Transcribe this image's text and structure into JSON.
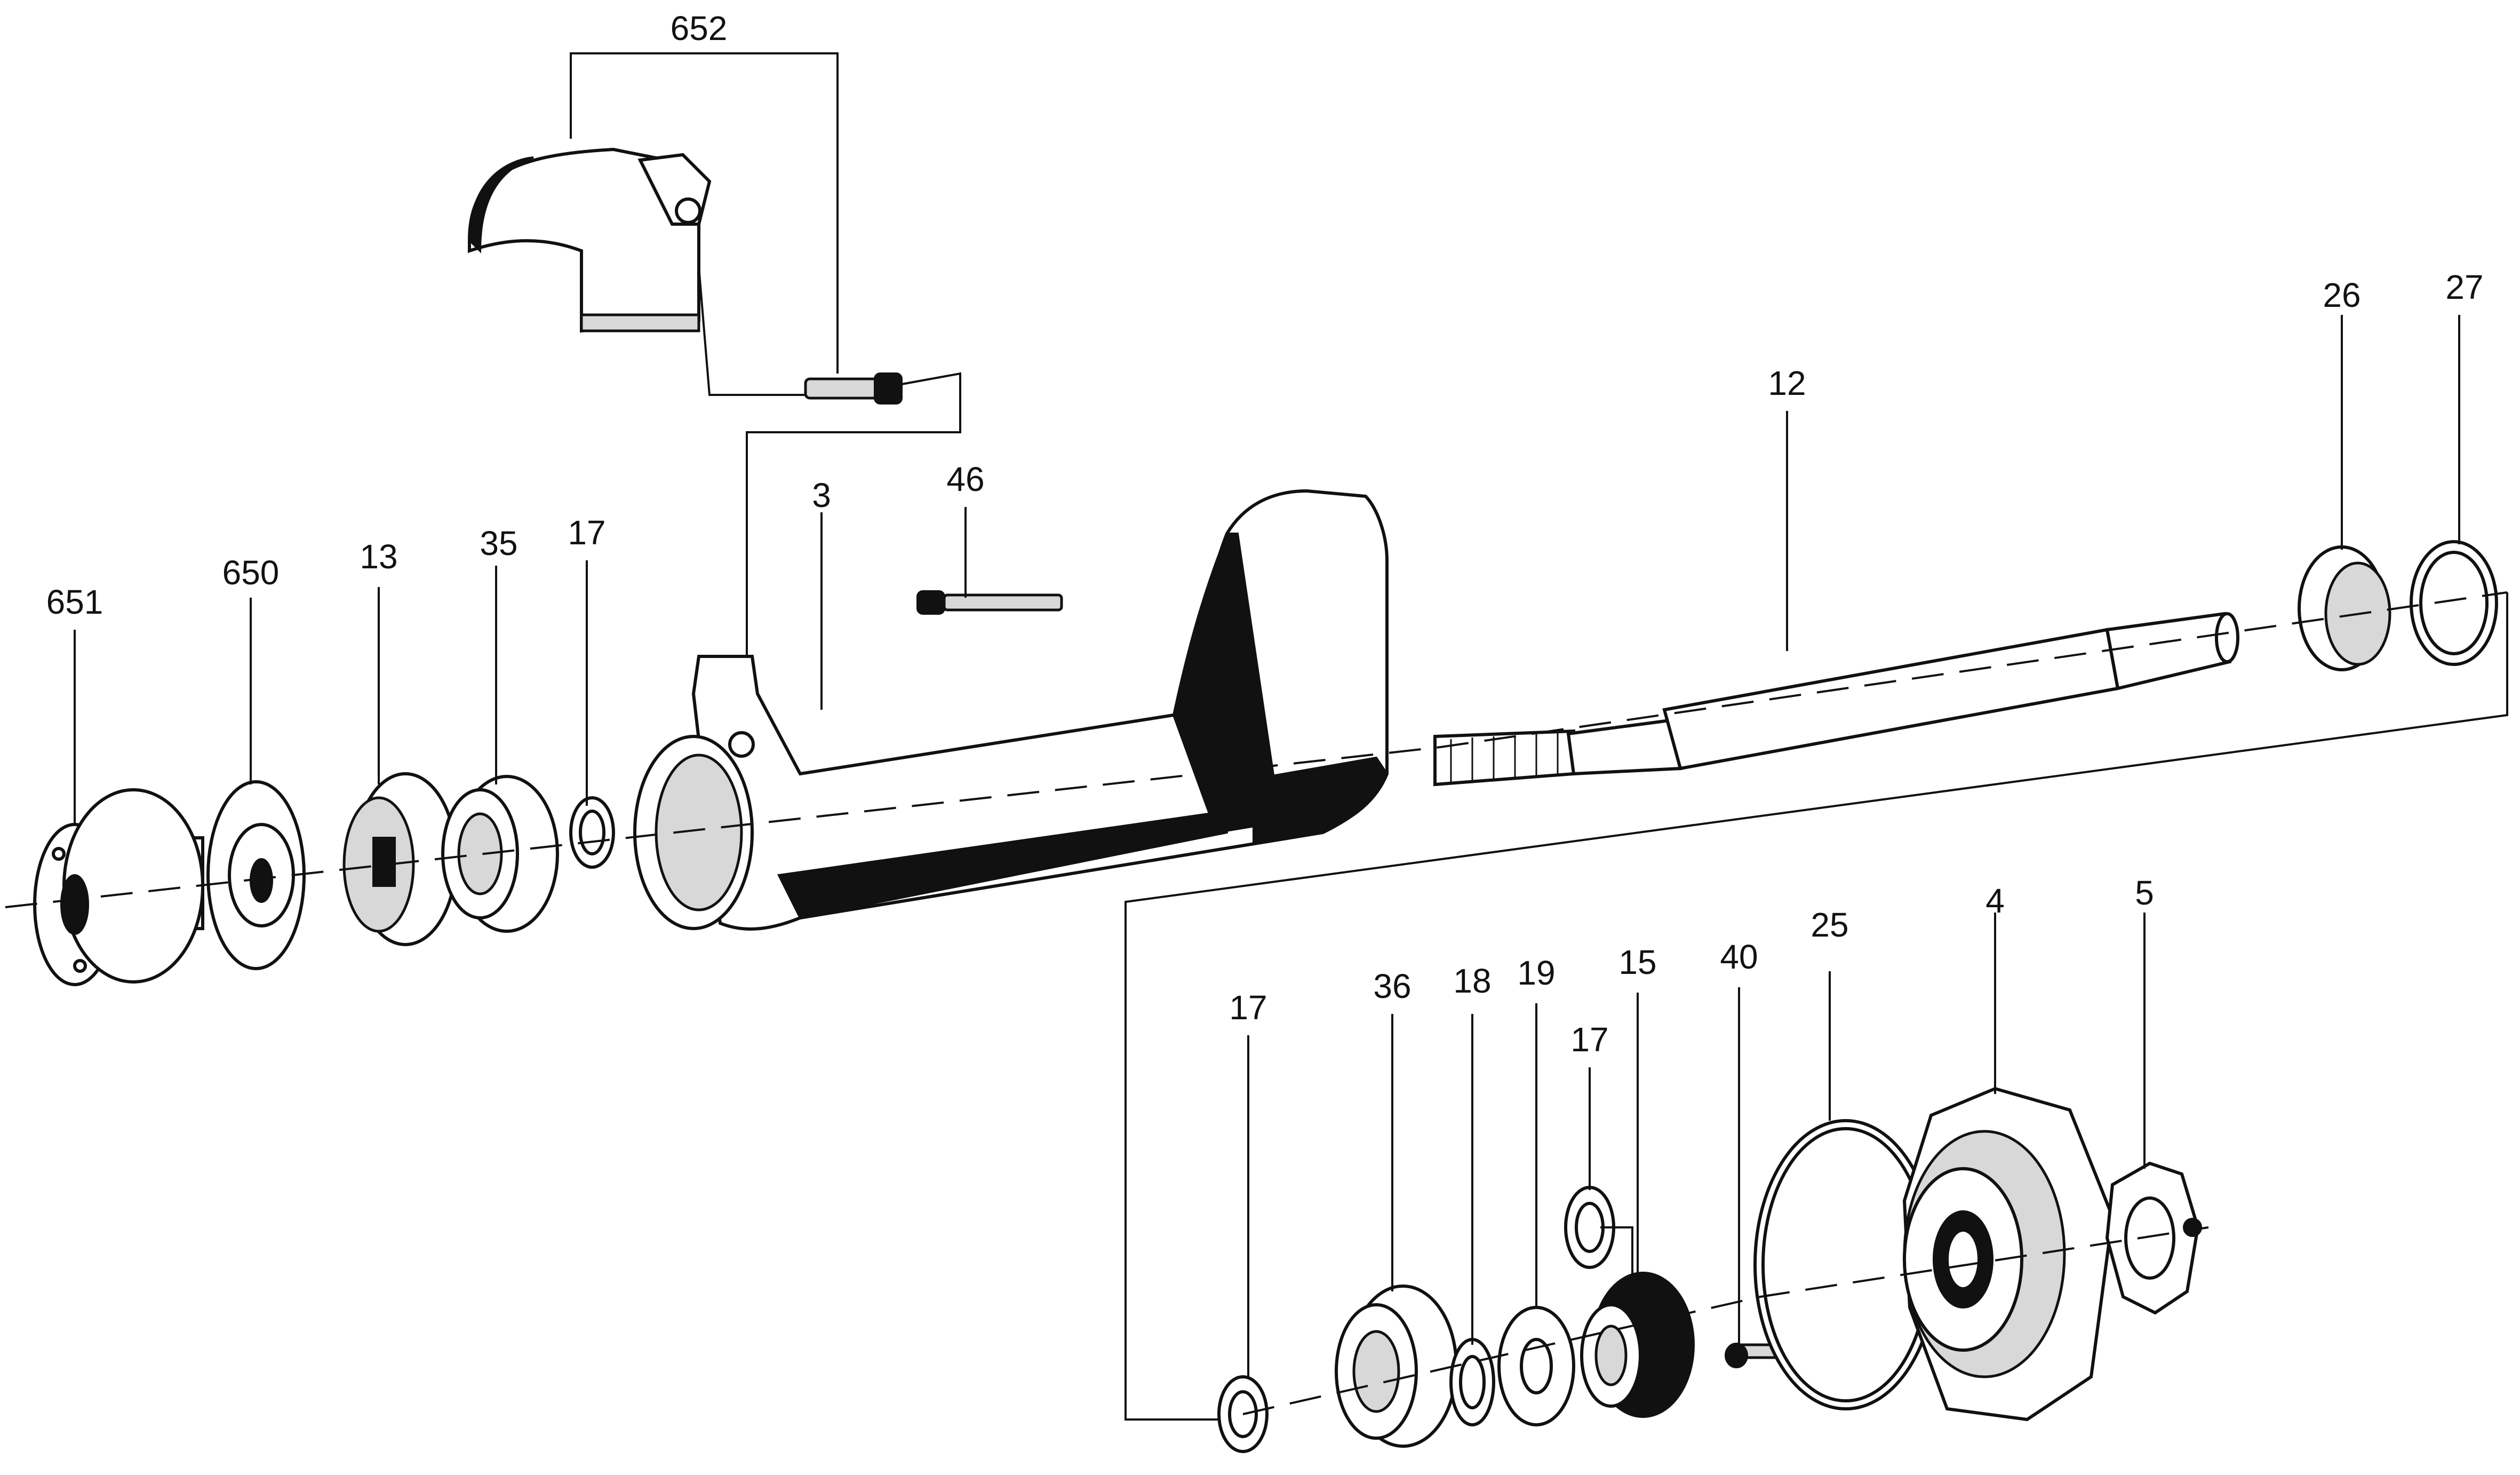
{
  "labels": {
    "l652": "652",
    "l651": "651",
    "l650": "650",
    "l13": "13",
    "l35": "35",
    "l17a": "17",
    "l3": "3",
    "l46": "46",
    "l12": "12",
    "l26": "26",
    "l27": "27",
    "l17b": "17",
    "l36": "36",
    "l18": "18",
    "l19": "19",
    "l17c": "17",
    "l15": "15",
    "l40": "40",
    "l25": "25",
    "l4": "4",
    "l5": "5"
  }
}
